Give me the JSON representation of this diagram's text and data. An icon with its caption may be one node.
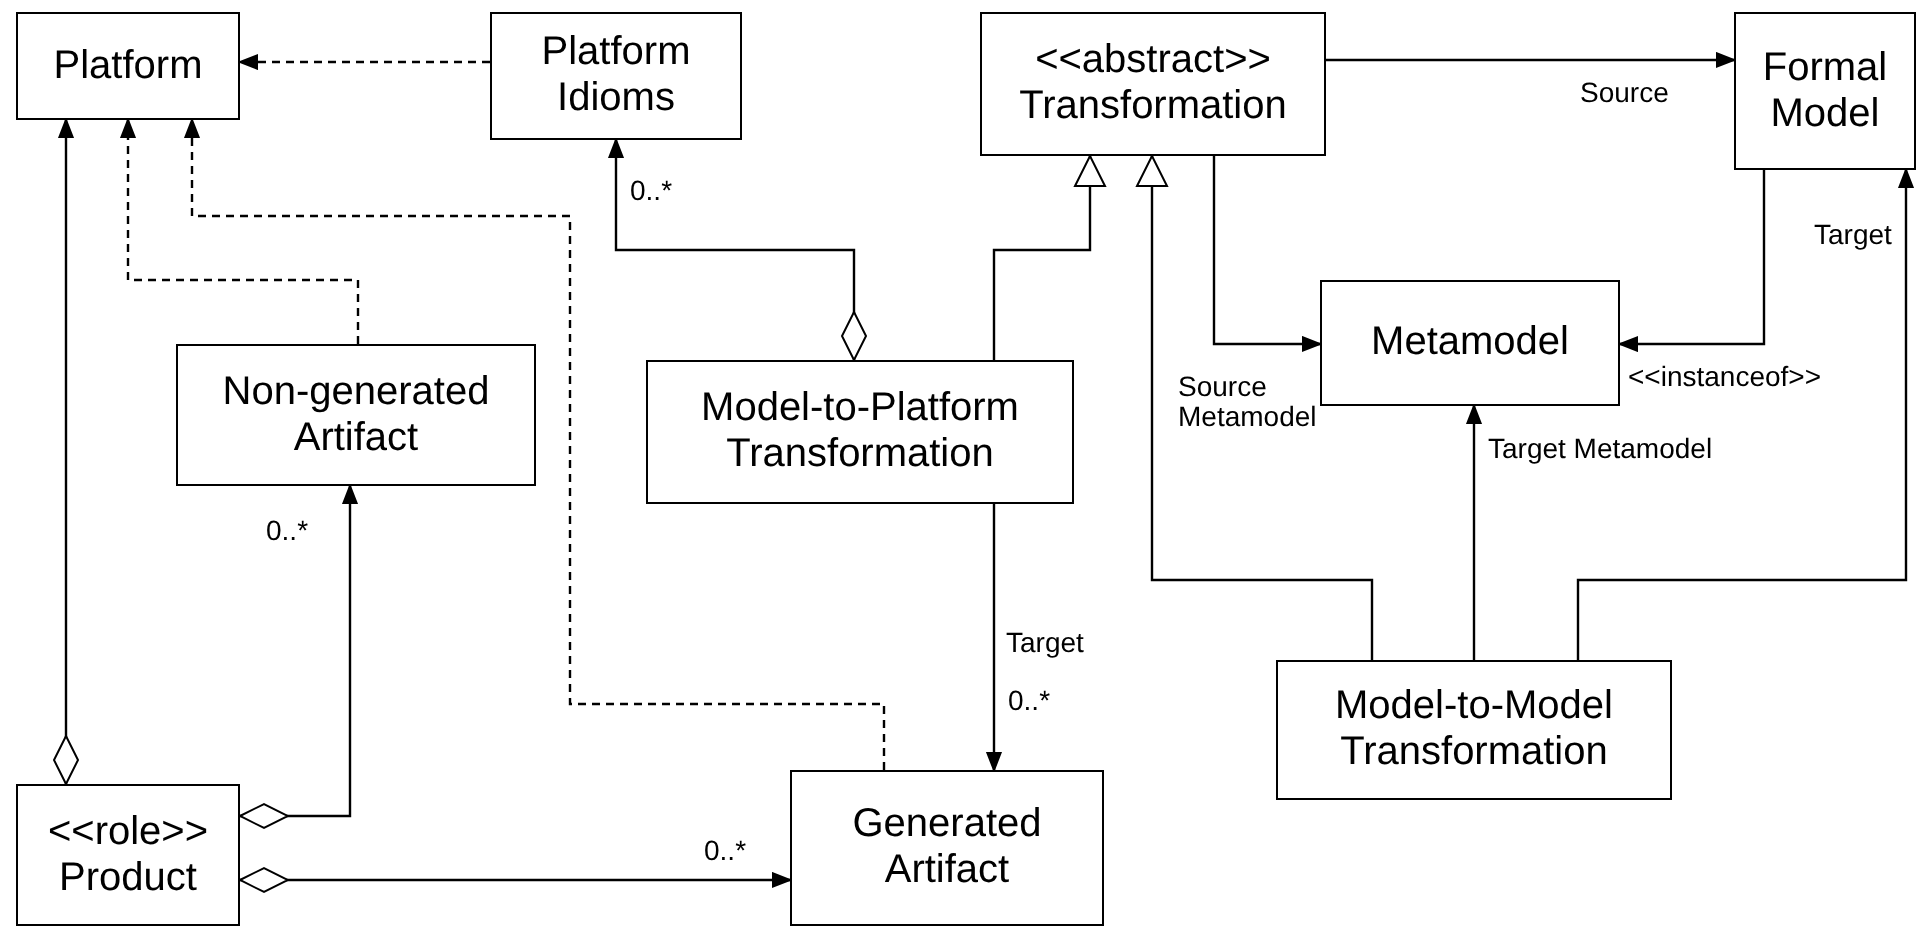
{
  "diagram": {
    "nodes": [
      {
        "text": [
          "Platform"
        ]
      },
      {
        "text": [
          "Platform Idioms"
        ]
      },
      {
        "text": [
          "<<abstract>>",
          "Transformation"
        ]
      },
      {
        "text": [
          "Formal Model"
        ]
      },
      {
        "text": [
          "Non-generated Artifact"
        ]
      },
      {
        "text": [
          "Model-to-Platform Transformation"
        ]
      },
      {
        "text": [
          "Metamodel"
        ]
      },
      {
        "text": [
          "<<role>>",
          "Product"
        ]
      },
      {
        "text": [
          "Generated Artifact"
        ]
      },
      {
        "text": [
          "Model-to-Model Transformation"
        ]
      }
    ],
    "edges": [
      {
        "from": 1,
        "to": 0,
        "arrow": "to",
        "style": "dashed"
      },
      {
        "from": 4,
        "to": 0,
        "arrow": "to",
        "style": "dashed"
      },
      {
        "from": 8,
        "to": 0,
        "arrow": "to",
        "style": "dashed"
      },
      {
        "from": 7,
        "to": 0,
        "arrow": "to"
      },
      {
        "from": 7,
        "to": 4,
        "arrow": "to",
        "label": "0..*"
      },
      {
        "from": 7,
        "to": 8,
        "arrow": "to",
        "label": "0..*"
      },
      {
        "from": 5,
        "to": 1,
        "arrow": "to",
        "label": "0..*"
      },
      {
        "from": 5,
        "to": 2,
        "arrow": "to"
      },
      {
        "from": 9,
        "to": 2,
        "arrow": "to"
      },
      {
        "from": 2,
        "to": 6,
        "arrow": "to",
        "label": "Source Metamodel"
      },
      {
        "from": 2,
        "to": 3,
        "arrow": "to",
        "label": "Source"
      },
      {
        "from": 3,
        "to": 6,
        "arrow": "to",
        "label": "<<instanceof>>"
      },
      {
        "from": 9,
        "to": 6,
        "arrow": "to",
        "label": "Target Metamodel"
      },
      {
        "from": 9,
        "to": 3,
        "arrow": "to",
        "label": "Target"
      },
      {
        "from": 5,
        "to": 8,
        "arrow": "to",
        "label": "Target"
      }
    ],
    "labels": [
      "0..*"
    ]
  }
}
